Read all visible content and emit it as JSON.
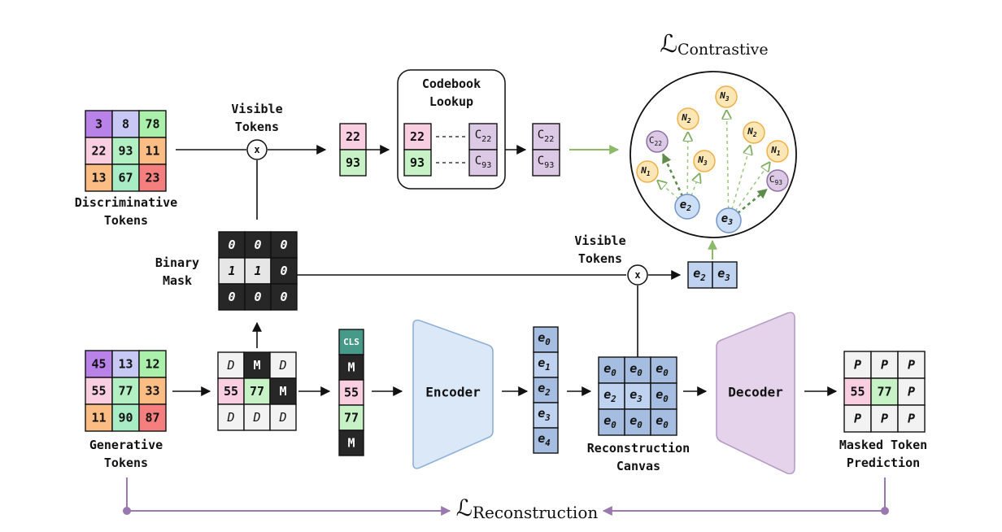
{
  "colors": {
    "purple": "#b882e8",
    "lavender": "#c8c8f4",
    "green": "#aaf0aa",
    "pink": "#f8cee0",
    "mint": "#b2f0c4",
    "orange": "#fbbd84",
    "red": "#f57f7f",
    "mint2": "#a8ecc6",
    "lightgreen": "#c6f2c6",
    "black": "#272727",
    "white": "#ffffff",
    "light": "#e6e6e6",
    "teal": "#47998a",
    "blue": "#a5bde0",
    "blue2": "#bfd2ef",
    "code": "#dcc9e6",
    "node_yellow": "#fbe6b5",
    "node_orange": "#efb049",
    "node_blue": "#cddff6",
    "node_blue_border": "#6f94c8",
    "node_purple": "#dcc9e6",
    "node_purple_border": "#8e70a4",
    "arrow_green": "#8bbb69",
    "arrow_purple": "#9a78b0",
    "encoder": "#dbe8f8",
    "encoder_border": "#8fb0d8",
    "decoder": "#e4d3ea",
    "decoder_border": "#b59cc4"
  },
  "discriminative": {
    "caption": [
      "Discriminative",
      "Tokens"
    ],
    "grid": [
      [
        "3",
        "8",
        "78"
      ],
      [
        "22",
        "93",
        "11"
      ],
      [
        "13",
        "67",
        "23"
      ]
    ]
  },
  "generative": {
    "caption": [
      "Generative",
      "Tokens"
    ],
    "grid": [
      [
        "45",
        "13",
        "12"
      ],
      [
        "55",
        "77",
        "33"
      ],
      [
        "11",
        "90",
        "87"
      ]
    ]
  },
  "binary_mask": {
    "caption": [
      "Binary",
      "Mask"
    ],
    "grid": [
      [
        "0",
        "0",
        "0"
      ],
      [
        "1",
        "1",
        "0"
      ],
      [
        "0",
        "0",
        "0"
      ]
    ]
  },
  "visible_tokens_top": [
    "Visible",
    "Tokens"
  ],
  "visible_tokens_mid": [
    "Visible",
    "Tokens"
  ],
  "multiply_symbol": "x",
  "visible_tokens_column": [
    "22",
    "93"
  ],
  "codebook": {
    "title": [
      "Codebook",
      "Lookup"
    ],
    "inputs": [
      "22",
      "93"
    ],
    "outputs": [
      {
        "base": "C",
        "sub": "22"
      },
      {
        "base": "C",
        "sub": "93"
      }
    ]
  },
  "code_column": [
    {
      "base": "C",
      "sub": "22"
    },
    {
      "base": "C",
      "sub": "93"
    }
  ],
  "contrastive": {
    "label": {
      "base": "ℒ",
      "sub": "Contrastive"
    },
    "nodes": [
      {
        "base": "N",
        "sub": "3"
      },
      {
        "base": "N",
        "sub": "2"
      },
      {
        "base": "N",
        "sub": "2"
      },
      {
        "base": "C",
        "sub": "22"
      },
      {
        "base": "N",
        "sub": "1"
      },
      {
        "base": "N",
        "sub": "3"
      },
      {
        "base": "N",
        "sub": "1"
      },
      {
        "base": "C",
        "sub": "93"
      },
      {
        "base": "e",
        "sub": "2"
      },
      {
        "base": "e",
        "sub": "3"
      }
    ]
  },
  "e_pair": [
    {
      "base": "e",
      "sub": "2"
    },
    {
      "base": "e",
      "sub": "3"
    }
  ],
  "masked_grid": [
    [
      "D",
      "M",
      "D"
    ],
    [
      "55",
      "77",
      "M"
    ],
    [
      "D",
      "D",
      "D"
    ]
  ],
  "sequence": [
    "CLS",
    "M",
    "55",
    "77",
    "M"
  ],
  "encoder_label": "Encoder",
  "decoder_label": "Decoder",
  "embedding_column": [
    {
      "base": "e",
      "sub": "0"
    },
    {
      "base": "e",
      "sub": "1"
    },
    {
      "base": "e",
      "sub": "2"
    },
    {
      "base": "e",
      "sub": "3"
    },
    {
      "base": "e",
      "sub": "4"
    }
  ],
  "canvas": {
    "caption": [
      "Reconstruction",
      "Canvas"
    ],
    "grid": [
      [
        {
          "base": "e",
          "sub": "0"
        },
        {
          "base": "e",
          "sub": "0"
        },
        {
          "base": "e",
          "sub": "0"
        }
      ],
      [
        {
          "base": "e",
          "sub": "2"
        },
        {
          "base": "e",
          "sub": "3"
        },
        {
          "base": "e",
          "sub": "0"
        }
      ],
      [
        {
          "base": "e",
          "sub": "0"
        },
        {
          "base": "e",
          "sub": "0"
        },
        {
          "base": "e",
          "sub": "0"
        }
      ]
    ]
  },
  "prediction": {
    "caption": [
      "Masked Token",
      "Prediction"
    ],
    "grid": [
      [
        "P",
        "P",
        "P"
      ],
      [
        "55",
        "77",
        "P"
      ],
      [
        "P",
        "P",
        "P"
      ]
    ]
  },
  "reconstruction_label": {
    "base": "ℒ",
    "sub": "Reconstruction"
  }
}
